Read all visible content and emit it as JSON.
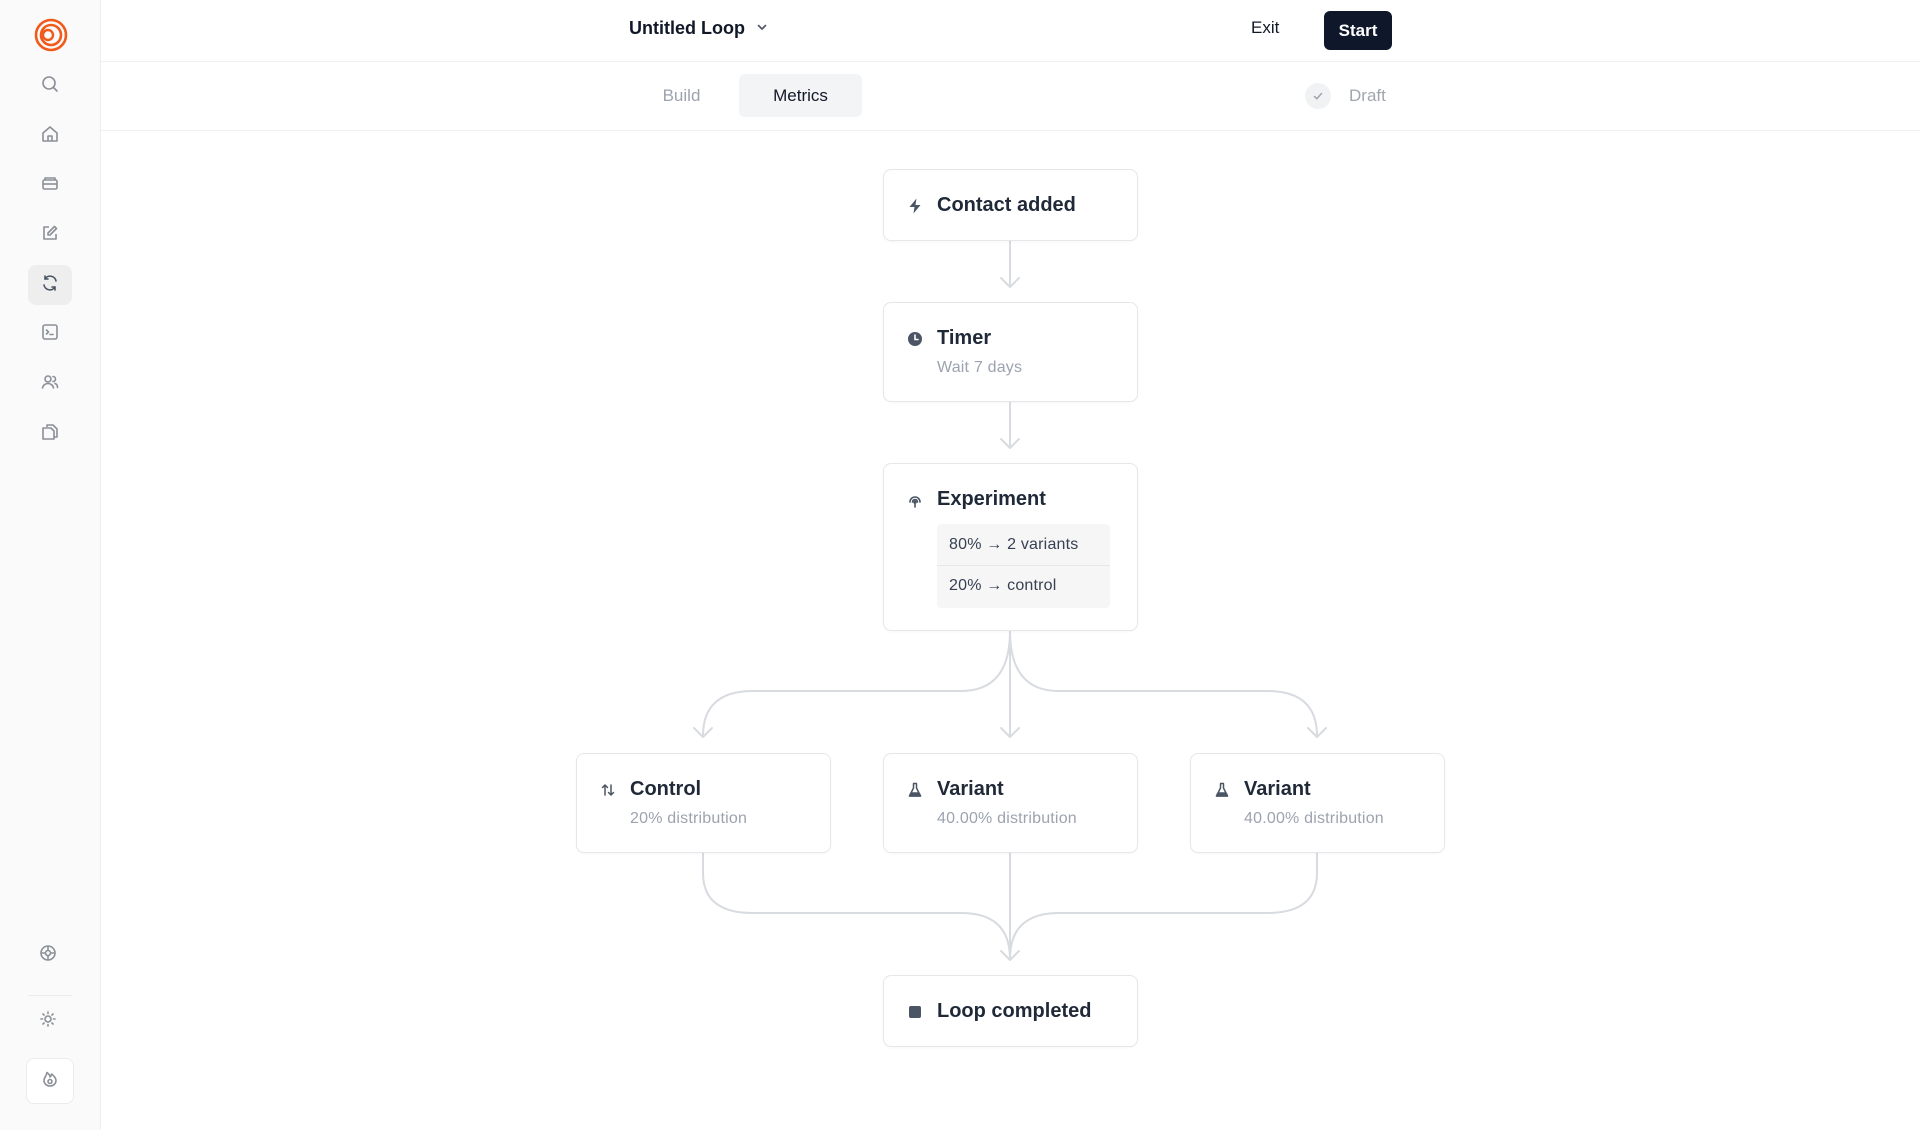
{
  "header": {
    "loop_title": "Untitled Loop",
    "exit_label": "Exit",
    "start_label": "Start"
  },
  "tabs": {
    "build": "Build",
    "metrics": "Metrics",
    "active": "Metrics"
  },
  "status": {
    "label": "Draft"
  },
  "sidebar": {
    "items": [
      {
        "icon": "search-icon"
      },
      {
        "icon": "home-icon"
      },
      {
        "icon": "inbox-icon"
      },
      {
        "icon": "edit-icon"
      },
      {
        "icon": "loop-icon",
        "active": true
      },
      {
        "icon": "terminal-icon"
      },
      {
        "icon": "users-icon"
      },
      {
        "icon": "copy-icon"
      }
    ],
    "bottom": [
      {
        "icon": "settings-icon"
      },
      {
        "icon": "sun-icon"
      },
      {
        "icon": "flame-icon"
      }
    ]
  },
  "flow": {
    "trigger": {
      "title": "Contact added",
      "icon": "bolt-icon"
    },
    "timer": {
      "title": "Timer",
      "subtitle": "Wait 7 days",
      "icon": "clock-icon"
    },
    "experiment": {
      "title": "Experiment",
      "icon": "split-icon",
      "rows": [
        "80% → 2 variants",
        "20% → control"
      ]
    },
    "branches": [
      {
        "title": "Control",
        "subtitle": "20% distribution",
        "icon": "arrows-icon"
      },
      {
        "title": "Variant",
        "subtitle": "40.00% distribution",
        "icon": "flask-icon"
      },
      {
        "title": "Variant",
        "subtitle": "40.00% distribution",
        "icon": "flask-icon"
      }
    ],
    "end": {
      "title": "Loop completed",
      "icon": "stop-icon"
    }
  },
  "colors": {
    "brand": "#f05a1a",
    "primary_button": "#0f172a",
    "connector": "#d8dbe0"
  }
}
